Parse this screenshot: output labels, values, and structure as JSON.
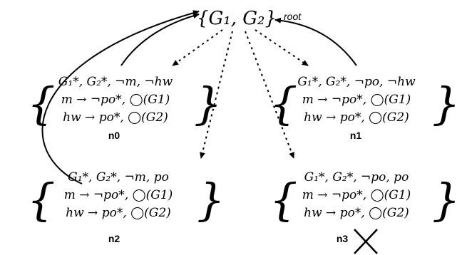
{
  "root": {
    "set_text": "{G₁, G₂}",
    "label": "root"
  },
  "nodes": [
    {
      "id": "n0",
      "label": "n0",
      "lines": [
        "G₁*, G₂*, ¬m, ¬hw",
        "m → ¬po*, ◯(G1)",
        "hw → po*, ◯(G2)"
      ],
      "pruned": false
    },
    {
      "id": "n1",
      "label": "n1",
      "lines": [
        "G₁*, G₂*, ¬po, ¬hw",
        "m → ¬po*, ◯(G1)",
        "hw → po*, ◯(G2)"
      ],
      "pruned": false
    },
    {
      "id": "n2",
      "label": "n2",
      "lines": [
        "G₁*, G₂*, ¬m, po",
        "m → ¬po*, ◯(G1)",
        "hw → po*, ◯(G2)"
      ],
      "pruned": false
    },
    {
      "id": "n3",
      "label": "n3",
      "lines": [
        "G₁*, G₂*, ¬po, po",
        "m → ¬po*, ◯(G1)",
        "hw → po*, ◯(G2)"
      ],
      "pruned": true
    }
  ],
  "edges": [
    {
      "from": "root",
      "to": "n0",
      "style": "dotted"
    },
    {
      "from": "root",
      "to": "n1",
      "style": "dotted"
    },
    {
      "from": "root",
      "to": "n2",
      "style": "dotted"
    },
    {
      "from": "root",
      "to": "n3",
      "style": "dotted"
    },
    {
      "from": "n0",
      "to": "root",
      "style": "solid"
    },
    {
      "from": "n1",
      "to": "root",
      "style": "solid"
    },
    {
      "from": "n2",
      "to": "root",
      "style": "solid"
    }
  ]
}
